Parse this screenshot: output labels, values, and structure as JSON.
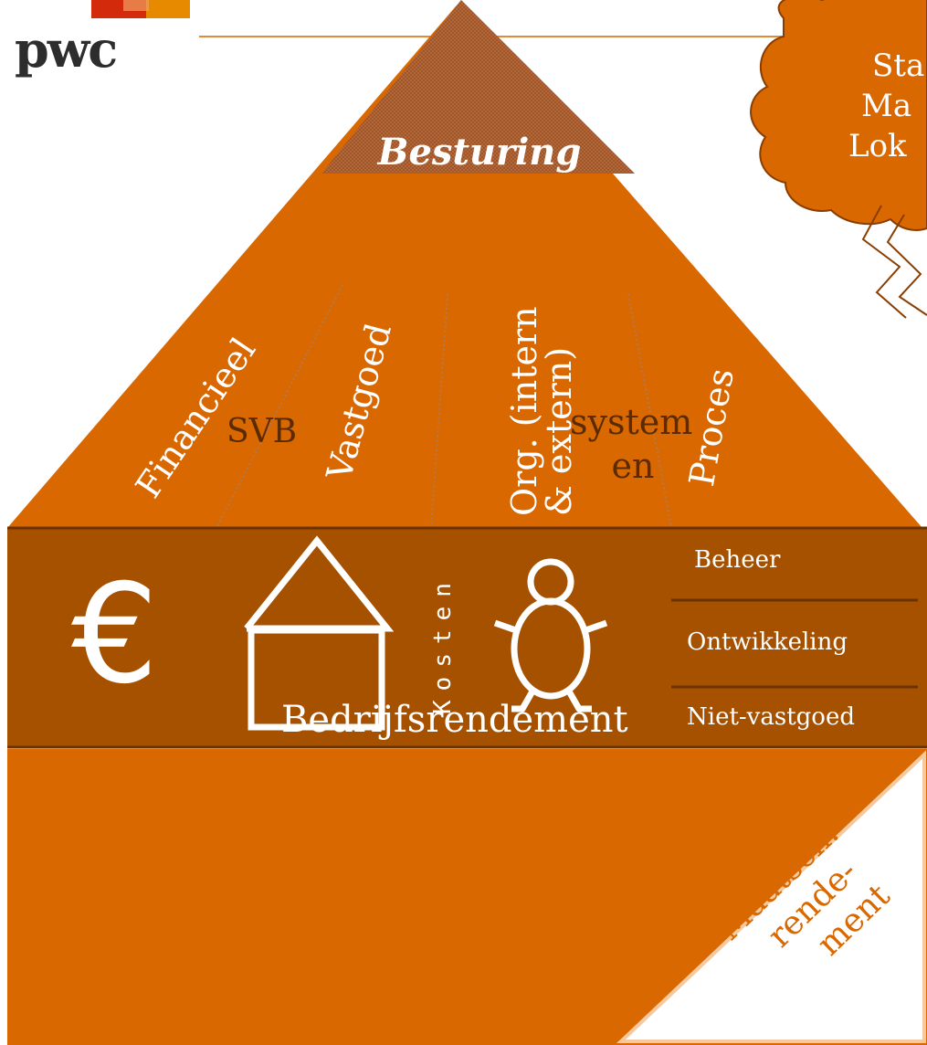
{
  "logo": {
    "text": "pwc"
  },
  "apex": {
    "label": "Besturing"
  },
  "cloud": {
    "lines": [
      "Sta",
      "Ma",
      "Lok"
    ]
  },
  "pillars": [
    {
      "id": "financieel",
      "label": "Financieel"
    },
    {
      "id": "svb",
      "label": "SVB"
    },
    {
      "id": "vastgoed",
      "label": "Vastgoed"
    },
    {
      "id": "org",
      "line1": "Org. (intern",
      "line2": "& extern)"
    },
    {
      "id": "systemen",
      "line1": "system",
      "line2": "en"
    },
    {
      "id": "proces",
      "label": "Proces"
    }
  ],
  "band": {
    "euro_symbol": "€",
    "kosten_label": "Kosten",
    "rows": [
      "Beheer",
      "Ontwikkeling",
      "Niet-vastgoed"
    ]
  },
  "base": {
    "label": "Bedrijfsrendement"
  },
  "corner": {
    "line1": "Maatsch.",
    "line2": "rende-",
    "line3": "ment"
  },
  "colors": {
    "orange": "#d96800",
    "dark_band": "#a65100",
    "apex_dark": "#b86a3a",
    "logo_red": "#d42a0c",
    "logo_orange": "#e88a00",
    "line_orange": "#e08a3a",
    "corner_border": "#f5c9a0"
  }
}
